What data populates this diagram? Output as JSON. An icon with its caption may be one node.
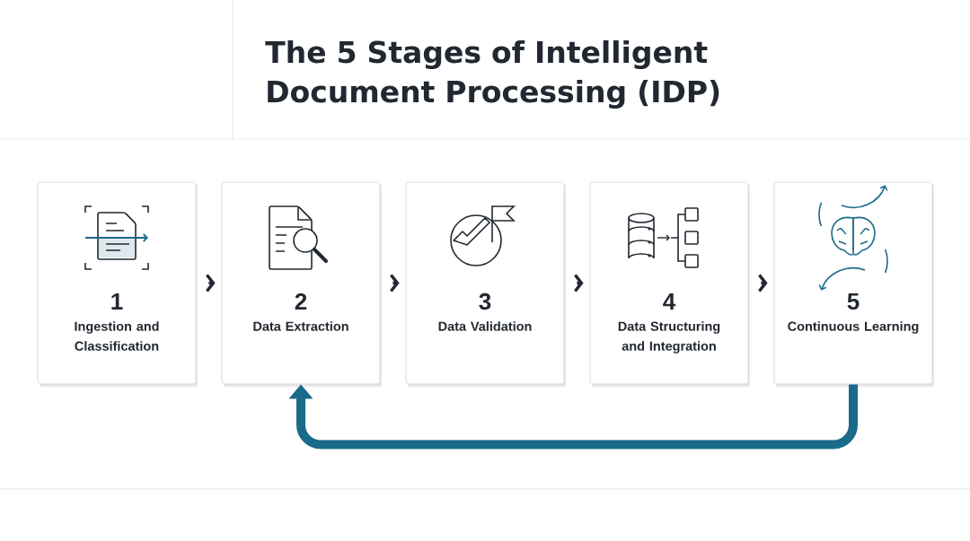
{
  "diagram": {
    "title": "The 5 Stages of Intelligent Document Processing (IDP)",
    "nodes": [
      {
        "text": [
          "1",
          "Ingestion and Classification"
        ]
      },
      {
        "text": [
          "2",
          "Data Extraction"
        ]
      },
      {
        "text": [
          "3",
          "Data Validation"
        ]
      },
      {
        "text": [
          "4",
          "Data Structuring and Integration"
        ]
      },
      {
        "text": [
          "5",
          "Continuous Learning"
        ]
      }
    ],
    "edges": [
      {
        "from": 0,
        "to": 1,
        "arrow": "to"
      },
      {
        "from": 1,
        "to": 2,
        "arrow": "to"
      },
      {
        "from": 2,
        "to": 3,
        "arrow": "to"
      },
      {
        "from": 3,
        "to": 4,
        "arrow": "to"
      },
      {
        "from": 4,
        "to": 1,
        "arrow": "to",
        "style": "thick",
        "color": "#1a6a8a"
      }
    ]
  }
}
